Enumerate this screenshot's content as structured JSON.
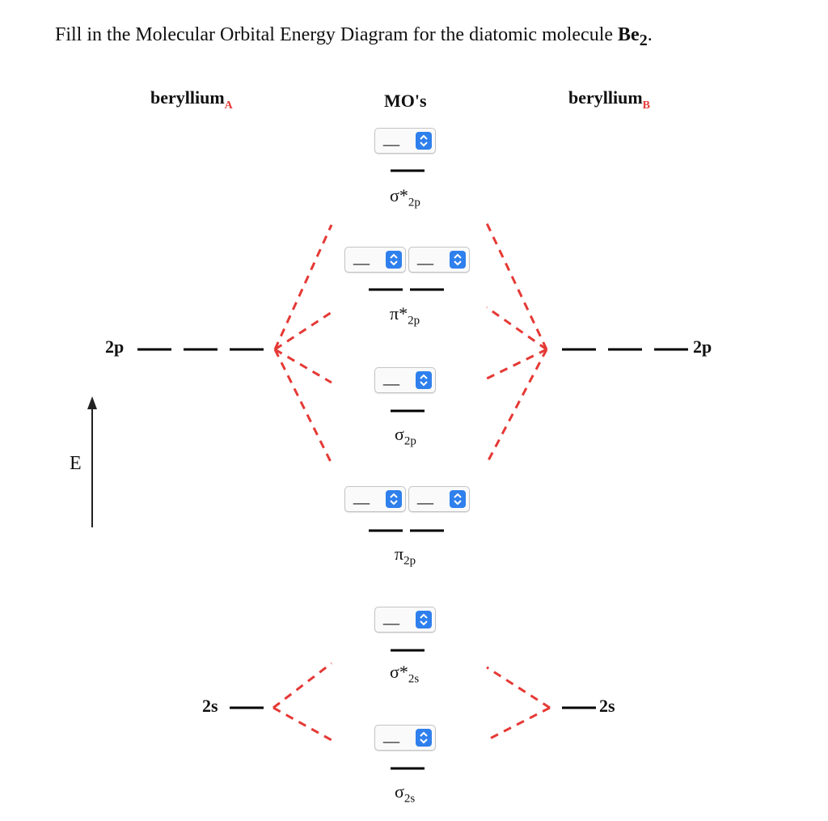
{
  "prompt": {
    "text": "Fill in the Molecular Orbital Energy Diagram for the diatomic molecule ",
    "molecule": "Be",
    "subscript": "2",
    "end": "."
  },
  "headers": {
    "left": "beryllium",
    "left_sub": "A",
    "center": "MO's",
    "right": "beryllium",
    "right_sub": "B"
  },
  "atomic_orbitals": {
    "left_2p": "2p",
    "right_2p": "2p",
    "left_2s": "2s",
    "right_2s": "2s"
  },
  "mo_labels": {
    "sigma_star_2p": {
      "symbol": "σ*",
      "sub": "2p"
    },
    "pi_star_2p": {
      "symbol": "π*",
      "sub": "2p"
    },
    "sigma_2p": {
      "symbol": "σ",
      "sub": "2p"
    },
    "pi_2p": {
      "symbol": "π",
      "sub": "2p"
    },
    "sigma_star_2s": {
      "symbol": "σ*",
      "sub": "2s"
    },
    "sigma_2s": {
      "symbol": "σ",
      "sub": "2s"
    }
  },
  "select_value": "__",
  "axis_label": "E",
  "colors": {
    "dash": "#e53935",
    "stepper": "#2f80ed",
    "line": "#000000"
  },
  "icons": {
    "stepper": "up-down-chevron-icon",
    "axis": "arrow-up-icon"
  }
}
